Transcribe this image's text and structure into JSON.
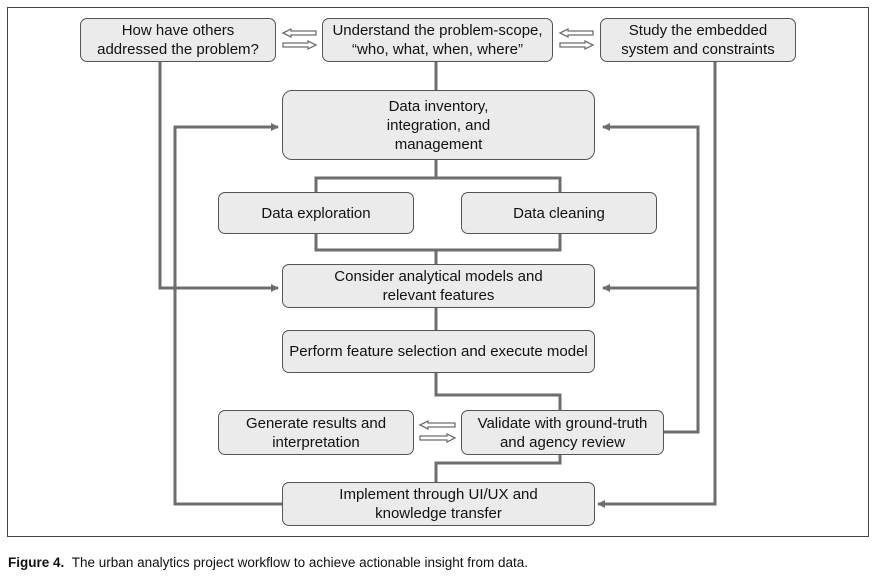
{
  "boxes": {
    "others": "How have others\naddressed the problem?",
    "scope": "Understand the problem-scope,\n“who, what, when, where”",
    "embedded": "Study the embedded\nsystem and constraints",
    "inventory": "Data inventory,\nintegration, and\nmanagement",
    "exploration": "Data exploration",
    "cleaning": "Data cleaning",
    "models": "Consider analytical  models and\nrelevant features",
    "selection": "Perform feature selection and execute model",
    "results": "Generate results and\ninterpretation",
    "validate": "Validate with ground-truth\nand agency review",
    "implement": "Implement through UI/UX and\nknowledge transfer"
  },
  "caption": {
    "label": "Figure 4.",
    "text": "The urban analytics project workflow to achieve actionable insight from data."
  },
  "colors": {
    "box_fill": "#ebebeb",
    "box_border": "#555555",
    "connector": "#6e6e6e"
  }
}
